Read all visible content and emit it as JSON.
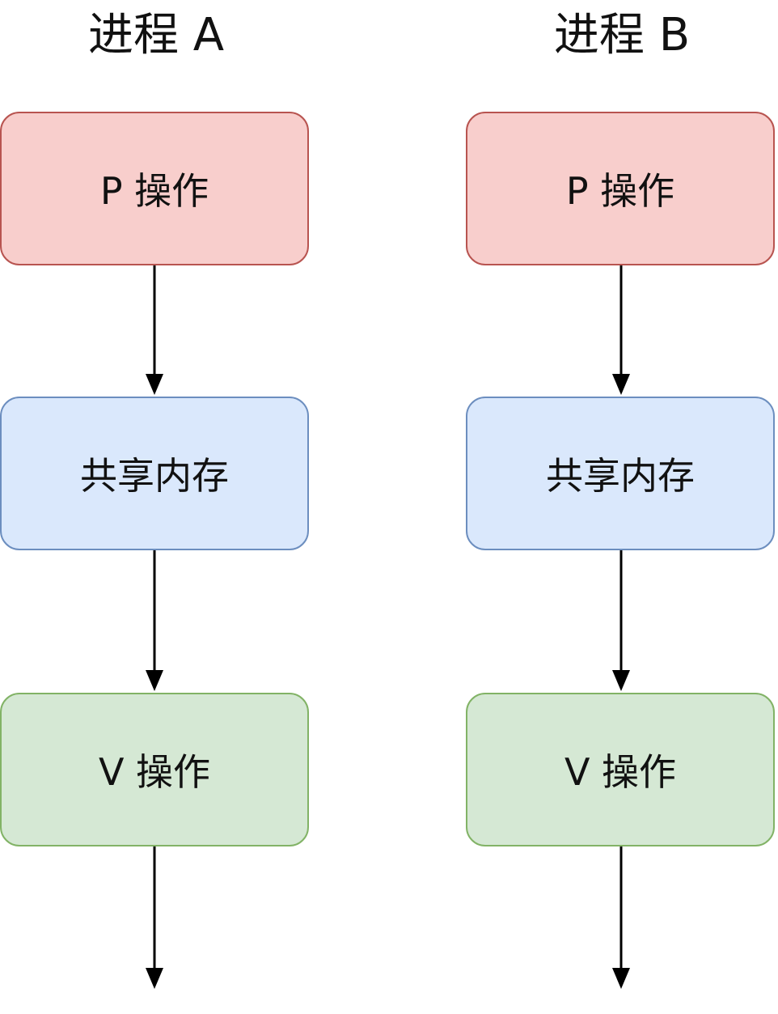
{
  "processes": [
    {
      "title": "进程 A",
      "nodes": {
        "p": "P 操作",
        "shm": "共享内存",
        "v": "V 操作"
      }
    },
    {
      "title": "进程 B",
      "nodes": {
        "p": "P 操作",
        "shm": "共享内存",
        "v": "V 操作"
      }
    }
  ],
  "colors": {
    "p_fill": "#f8cecc",
    "p_stroke": "#b85450",
    "shm_fill": "#dae8fc",
    "shm_stroke": "#6c8ebf",
    "v_fill": "#d5e8d4",
    "v_stroke": "#82b366",
    "arrow": "#000000"
  }
}
